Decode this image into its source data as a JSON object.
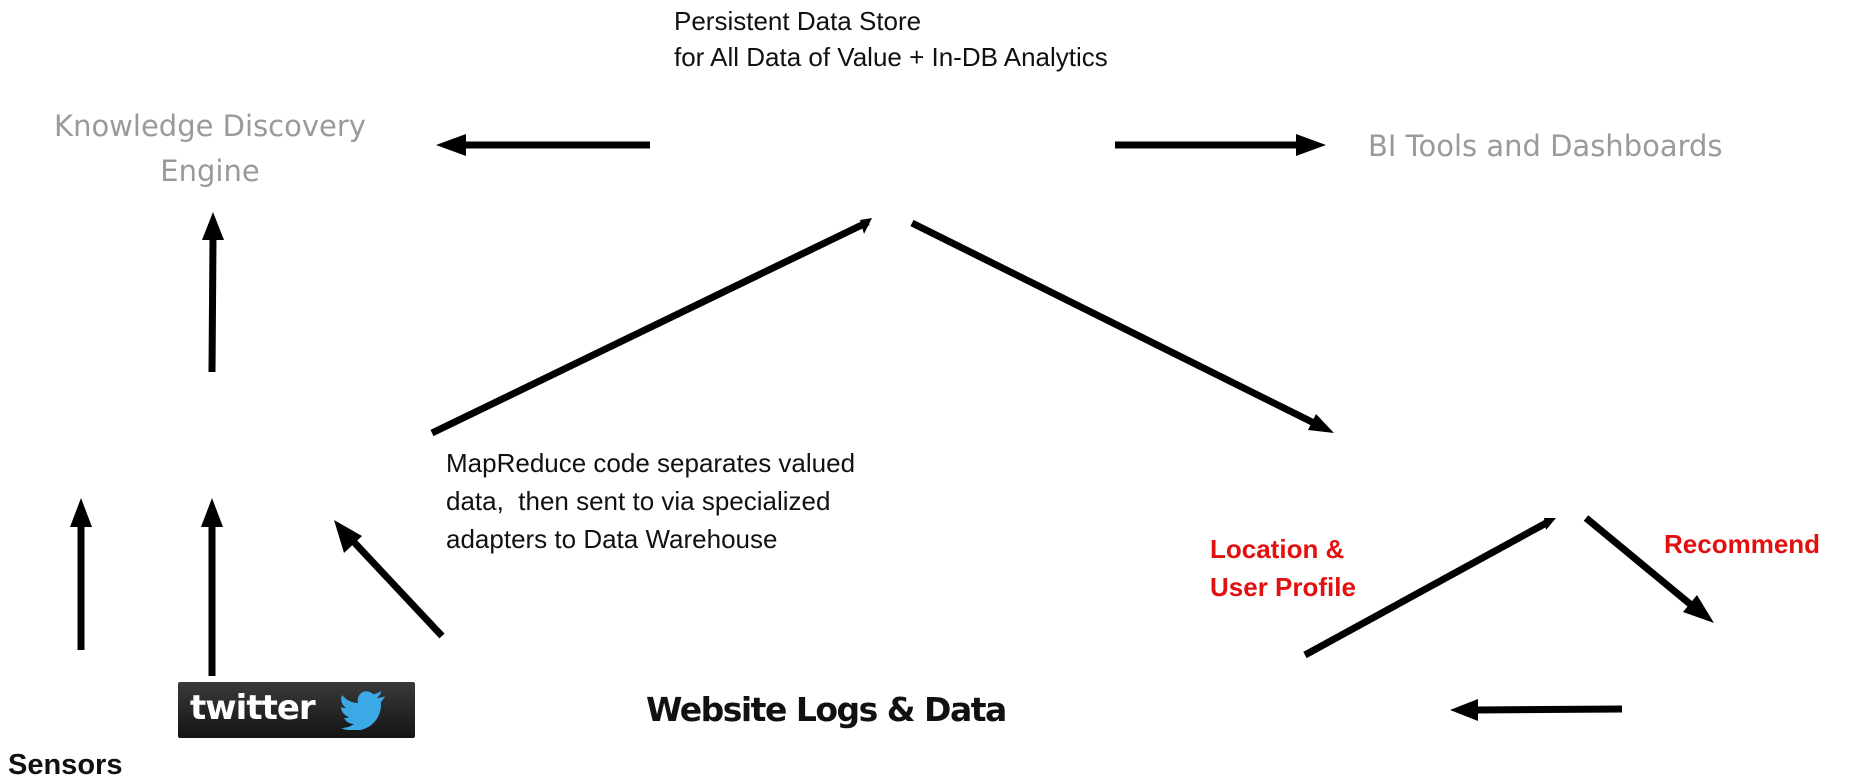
{
  "diagram": {
    "store_title": {
      "line1": "Persistent Data Store",
      "line2": "for All Data of Value + In-DB Analytics"
    },
    "knowledge_discovery": "Knowledge Discovery Engine",
    "bi_tools": "BI Tools and Dashboards",
    "mapreduce_note": {
      "line1": "MapReduce code separates valued",
      "line2": "data,  then sent to via specialized",
      "line3": "adapters to Data Warehouse"
    },
    "location_profile": {
      "line1": "Location &",
      "line2": "User Profile"
    },
    "recommend": "Recommend",
    "website_logs": "Website Logs & Data",
    "sensors": "Sensors",
    "twitter_logo": {
      "text": "twitter",
      "bird_icon": "bird-icon",
      "bird_color": "#3aa9e6"
    },
    "colors": {
      "arrow": "#000000",
      "muted_text": "#9a9a9a",
      "highlight_text": "#e31010"
    }
  }
}
